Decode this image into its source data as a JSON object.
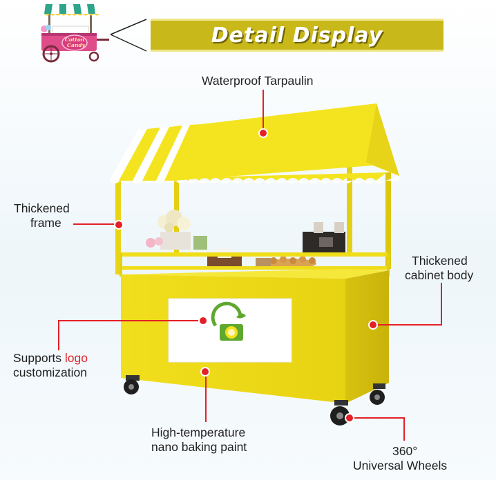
{
  "banner": {
    "title": "Detail Display"
  },
  "thumbnail": {
    "sign_line1": "Cotton",
    "sign_line2": "Candy"
  },
  "callouts": {
    "tarpaulin": "Waterproof Tarpaulin",
    "frame_line1": "Thickened",
    "frame_line2": "frame",
    "cabinet_line1": "Thickened",
    "cabinet_line2": "cabinet body",
    "logo_prefix": "Supports ",
    "logo_accent": "logo",
    "logo_line2": "customization",
    "paint_line1": "High-temperature",
    "paint_line2": "nano baking paint",
    "wheels_line1": "360°",
    "wheels_line2": "Universal Wheels"
  },
  "colors": {
    "accent_red": "#e41f26",
    "cart_yellow": "#f3e21f",
    "banner_gold": "#c9b81a",
    "logo_green": "#5fa82f"
  }
}
